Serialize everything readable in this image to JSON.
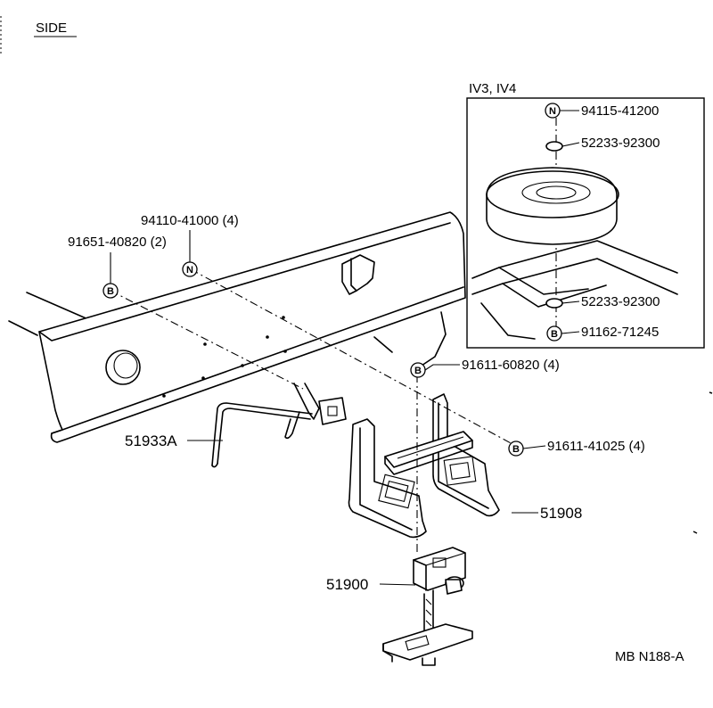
{
  "view_label": "SIDE",
  "inset_title": "IV3, IV4",
  "symbols": {
    "bolt": "B",
    "nut": "N"
  },
  "callouts": {
    "c1": "94110-41000 (4)",
    "c2": "91651-40820 (2)",
    "c3": "91611-60820 (4)",
    "c4": "91611-41025 (4)",
    "i1": "94115-41200",
    "i2": "52233-92300",
    "i3": "52233-92300",
    "i4": "91162-71245"
  },
  "parts": {
    "p1": "51933A",
    "p2": "51908",
    "p3": "51900"
  },
  "figure_code": "MB N188-A"
}
